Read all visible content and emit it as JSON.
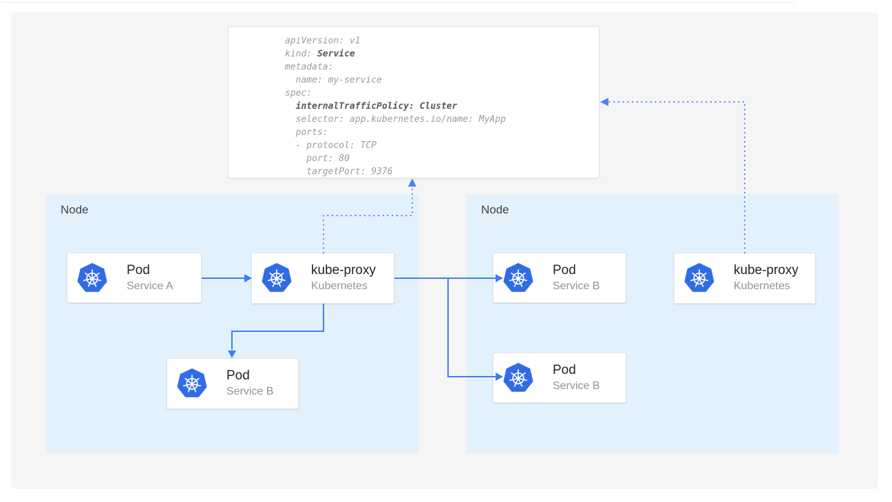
{
  "colors": {
    "arrow_blue": "#3D7DF0",
    "dotted_blue": "#4A84F1",
    "k8s_logo_blue": "#326CE5",
    "node_bg": "#E3F1FC",
    "canvas_bg": "#F5F5F6",
    "card_title": "#212327",
    "card_subtitle": "#8C939B",
    "node_label": "#3F4449",
    "yaml_regular": "#9C9C9C",
    "yaml_bold": "#56585B"
  },
  "yaml": {
    "lines": [
      {
        "segments": [
          {
            "text": "apiVersion: v1",
            "bold": false
          }
        ]
      },
      {
        "segments": [
          {
            "text": "kind: ",
            "bold": false
          },
          {
            "text": "Service",
            "bold": true
          }
        ]
      },
      {
        "segments": [
          {
            "text": "metadata:",
            "bold": false
          }
        ]
      },
      {
        "segments": [
          {
            "text": "  name: my-service",
            "bold": false
          }
        ]
      },
      {
        "segments": [
          {
            "text": "spec:",
            "bold": false
          }
        ]
      },
      {
        "segments": [
          {
            "text": "  ",
            "bold": false
          },
          {
            "text": "internalTrafficPolicy: Cluster",
            "bold": true
          }
        ]
      },
      {
        "segments": [
          {
            "text": "  selector: app.kubernetes.io/name: MyApp",
            "bold": false
          }
        ]
      },
      {
        "segments": [
          {
            "text": "  ports:",
            "bold": false
          }
        ]
      },
      {
        "segments": [
          {
            "text": "  - protocol: TCP",
            "bold": false
          }
        ]
      },
      {
        "segments": [
          {
            "text": "    port: 80",
            "bold": false
          }
        ]
      },
      {
        "segments": [
          {
            "text": "    targetPort: 9376",
            "bold": false
          }
        ]
      }
    ]
  },
  "nodes": [
    {
      "label": "Node"
    },
    {
      "label": "Node"
    }
  ],
  "cards": [
    {
      "title": "Pod",
      "subtitle": "Service A"
    },
    {
      "title": "kube-proxy",
      "subtitle": "Kubernetes"
    },
    {
      "title": "Pod",
      "subtitle": "Service B"
    },
    {
      "title": "Pod",
      "subtitle": "Service B"
    },
    {
      "title": "kube-proxy",
      "subtitle": "Kubernetes"
    },
    {
      "title": "Pod",
      "subtitle": "Service B"
    }
  ]
}
